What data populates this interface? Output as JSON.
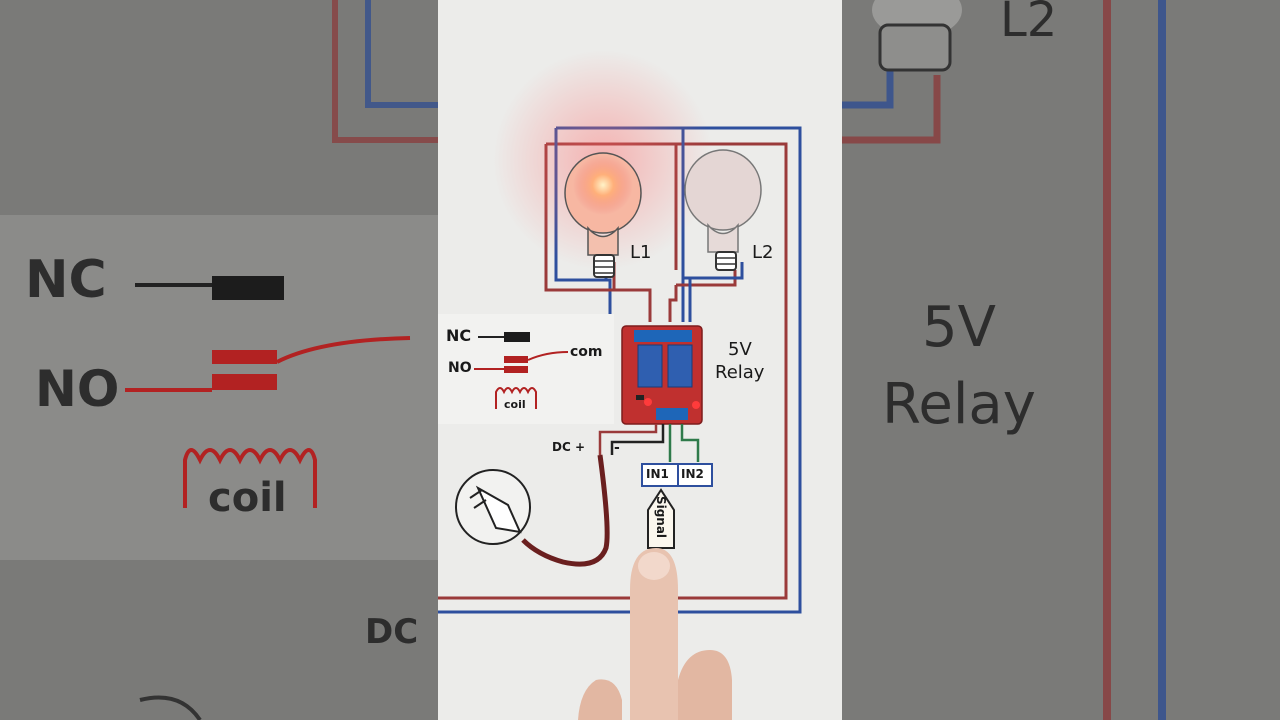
{
  "board": {
    "lamp1_label": "L1",
    "lamp2_label": "L2",
    "relay_label_line1": "5V",
    "relay_label_line2": "Relay",
    "dc_label": "DC +",
    "dc_minus": "-",
    "in1_label": "IN1",
    "in2_label": "IN2",
    "signal_label": "Signal"
  },
  "inset": {
    "nc_label": "NC",
    "no_label": "NO",
    "com_label": "com",
    "coil_label": "coil"
  },
  "background_left": {
    "nc_label": "NC",
    "no_label": "NO",
    "coil_label": "coil",
    "dc_label": "DC"
  },
  "background_right": {
    "l2_label": "L2",
    "relay_line1": "5V",
    "relay_line2": "Relay"
  },
  "colors": {
    "wire_red": "#9a3a3a",
    "wire_blue": "#2e4f9e",
    "wire_green": "#2f7a4a",
    "relay_board": "#c0302f",
    "relay_block": "#2f5fb0",
    "lamp_glow": "#ff8a5c"
  }
}
